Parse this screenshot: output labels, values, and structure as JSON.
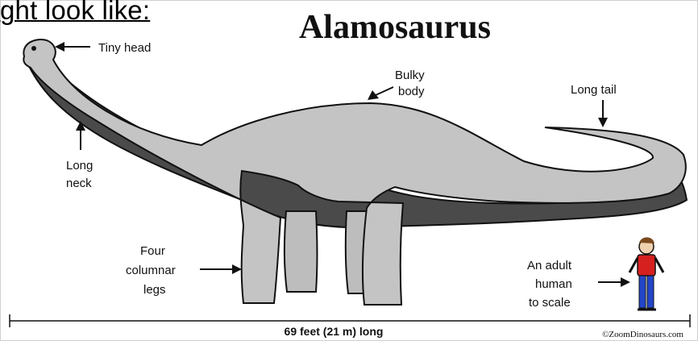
{
  "slide": {
    "partial_text": "ght look like:"
  },
  "figure": {
    "title": "Alamosaurus",
    "labels": {
      "head": "Tiny head",
      "body_line1": "Bulky",
      "body_line2": "body",
      "tail": "Long tail",
      "neck_line1": "Long",
      "neck_line2": "neck",
      "legs_line1": "Four",
      "legs_line2": "columnar",
      "legs_line3": "legs",
      "human_line1": "An adult",
      "human_line2": "human",
      "human_line3": "to scale"
    },
    "length_label": "69 feet (21 m) long",
    "credit": "©ZoomDinosaurs.com"
  }
}
